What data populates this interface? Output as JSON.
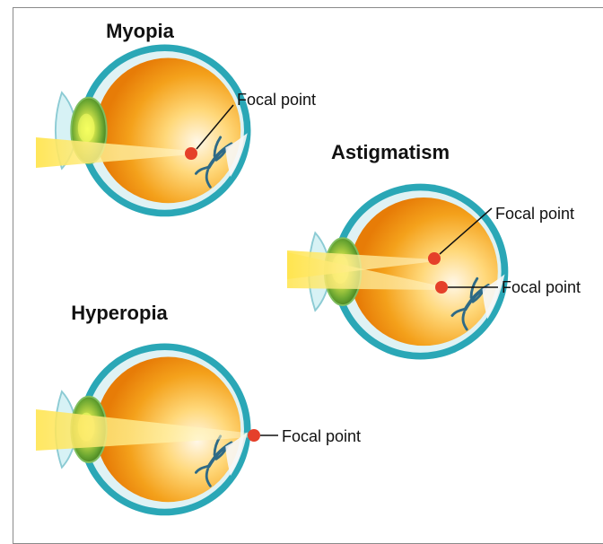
{
  "figure": {
    "panels": [
      {
        "key": "myopia",
        "title": "Myopia",
        "focal_labels": [
          "Focal point"
        ]
      },
      {
        "key": "astigmatism",
        "title": "Astigmatism",
        "focal_labels": [
          "Focal point",
          "Focal point"
        ]
      },
      {
        "key": "hyperopia",
        "title": "Hyperopia",
        "focal_labels": [
          "Focal point"
        ]
      }
    ]
  },
  "colors": {
    "sclera_teal": "#2aa7b6",
    "lens_green": "#6aa631",
    "eye_orange": "#f29417",
    "light_beam": "#ffe55b",
    "focal_dot": "#e5402a"
  }
}
